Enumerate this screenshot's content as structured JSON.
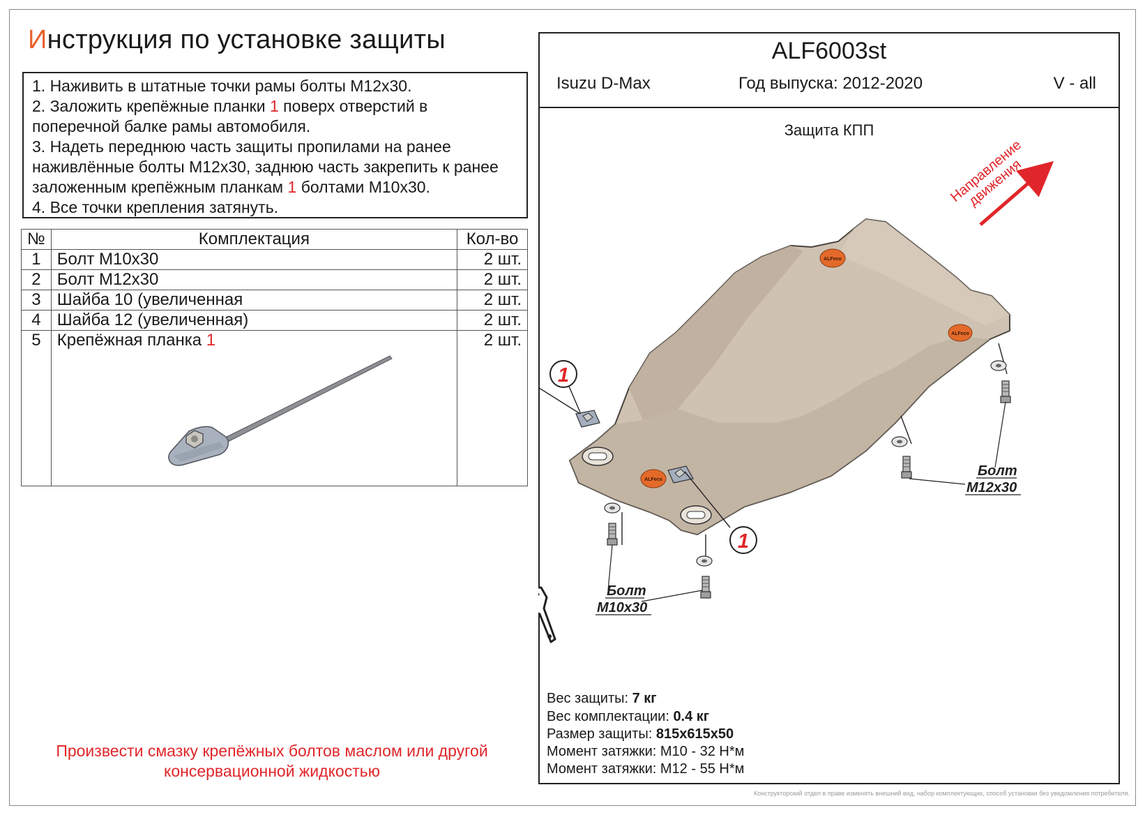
{
  "title": {
    "first_letter": "И",
    "rest": "нструкция по установке защиты"
  },
  "steps": {
    "s1": "1. Наживить в штатные точки рамы болты М12х30.",
    "s2a": "2. Заложить крепёжные планки ",
    "s2b": "1",
    "s2c": " поверх отверстий в поперечной балке рамы автомобиля.",
    "s3a": "3. Надеть переднюю часть защиты пропилами на ранее наживлённые болты М12х30, заднюю часть закрепить к ранее заложенным крепёжным планкам ",
    "s3b": "1",
    "s3c": " болтами М10х30.",
    "s4": "4. Все точки крепления затянуть."
  },
  "kit": {
    "headers": {
      "num": "№",
      "name": "Комплектация",
      "qty": "Кол-во"
    },
    "rows": [
      {
        "num": "1",
        "name": "Болт М10х30",
        "qty": "2 шт."
      },
      {
        "num": "2",
        "name": "Болт М12х30",
        "qty": "2 шт."
      },
      {
        "num": "3",
        "name": "Шайба 10 (увеличенная",
        "qty": "2 шт."
      },
      {
        "num": "4",
        "name": "Шайба 12 (увеличенная)",
        "qty": "2 шт."
      },
      {
        "num": "5",
        "name": "Крепёжная планка ",
        "name_ref": "1",
        "qty": "2 шт."
      }
    ]
  },
  "header": {
    "code": "ALF6003st",
    "car": "Isuzu D-Max",
    "year": "Год выпуска: 2012-2020",
    "version": "V - all",
    "protection": "Защита КПП"
  },
  "diagram": {
    "direction_line1": "Направление",
    "direction_line2": "движения",
    "callout": "1",
    "bolt_label": "Болт",
    "bolt_m10": "М10х30",
    "bolt_m12": "М12х30",
    "logo_text": "ALFeco"
  },
  "specs": {
    "weight_label": "Вес защиты: ",
    "weight_value": "7 кг",
    "kit_weight_label": "Вес комплектации: ",
    "kit_weight_value": "0.4 кг",
    "size_label": "Размер защиты: ",
    "size_value": "815х615х50",
    "torque1": "Момент затяжки:  М10 - 32 Н*м",
    "torque2": "Момент затяжки:  М12 - 55 Н*м"
  },
  "lubrication": "Произвести смазку крепёжных болтов маслом или другой консервационной жидкостью",
  "disclaimer": "Конструкторский отдел в праве изменять внешний вид, набор комплектующих, способ установки без уведомления потребителя.",
  "colors": {
    "accent": "#e8612c",
    "red": "#e0262a",
    "plate": "#cfc2b2",
    "logo": "#e46a2a"
  }
}
